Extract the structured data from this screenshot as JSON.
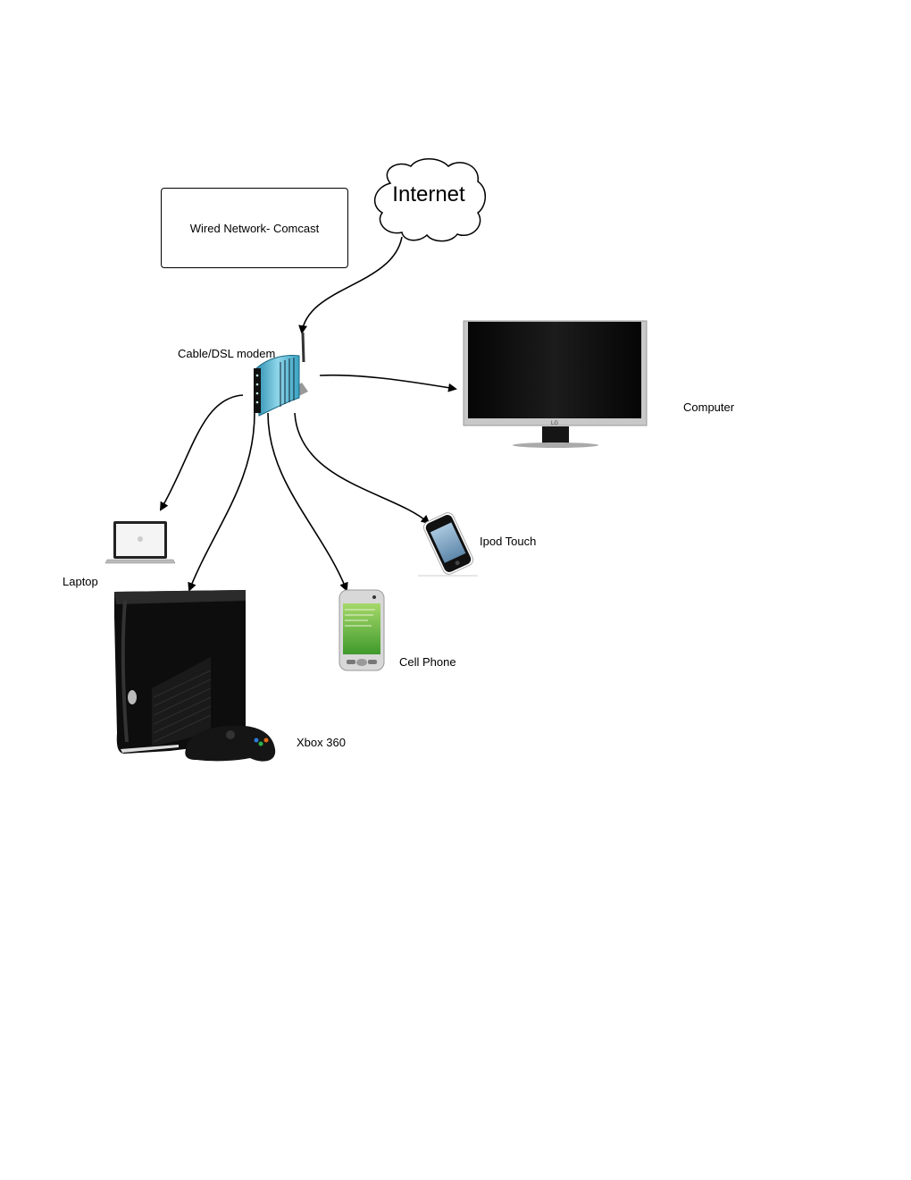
{
  "diagram": {
    "title_box": {
      "label": "Wired Network- Comcast"
    },
    "internet": {
      "label": "Internet"
    },
    "nodes": {
      "modem": {
        "label": "Cable/DSL modem",
        "icon": "modem-router-icon"
      },
      "computer": {
        "label": "Computer",
        "icon": "monitor-icon"
      },
      "laptop": {
        "label": "Laptop",
        "icon": "laptop-icon"
      },
      "ipod": {
        "label": "Ipod Touch",
        "icon": "ipod-touch-icon"
      },
      "cellphone": {
        "label": "Cell Phone",
        "icon": "pda-phone-icon"
      },
      "xbox": {
        "label": "Xbox 360",
        "icon": "game-console-icon"
      }
    },
    "edges": [
      {
        "from": "Internet",
        "to": "Cable/DSL modem"
      },
      {
        "from": "Cable/DSL modem",
        "to": "Computer"
      },
      {
        "from": "Cable/DSL modem",
        "to": "Laptop"
      },
      {
        "from": "Cable/DSL modem",
        "to": "Xbox 360"
      },
      {
        "from": "Cable/DSL modem",
        "to": "Cell Phone"
      },
      {
        "from": "Cable/DSL modem",
        "to": "Ipod Touch"
      }
    ],
    "colors": {
      "line": "#000000",
      "modem": "#4fb0cc",
      "screen": "#111111"
    }
  }
}
